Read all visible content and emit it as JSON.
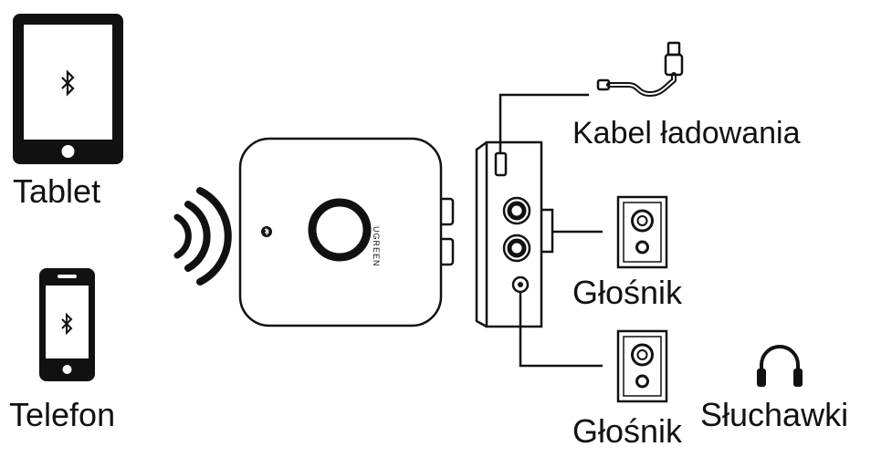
{
  "labels": {
    "tablet": "Tablet",
    "phone": "Telefon",
    "charging_cable": "Kabel ładowania",
    "speaker_1": "Głośnik",
    "speaker_2": "Głośnik",
    "headphones": "Słuchawki"
  },
  "device": {
    "brand": "UGREEN"
  },
  "icons": {
    "tablet": "tablet-icon",
    "phone": "phone-icon",
    "wireless": "wireless-signal-icon",
    "headphones": "headphones-icon",
    "speaker": "speaker-icon",
    "usb": "usb-cable-icon"
  },
  "colors": {
    "ink": "#111111",
    "background": "#ffffff"
  }
}
